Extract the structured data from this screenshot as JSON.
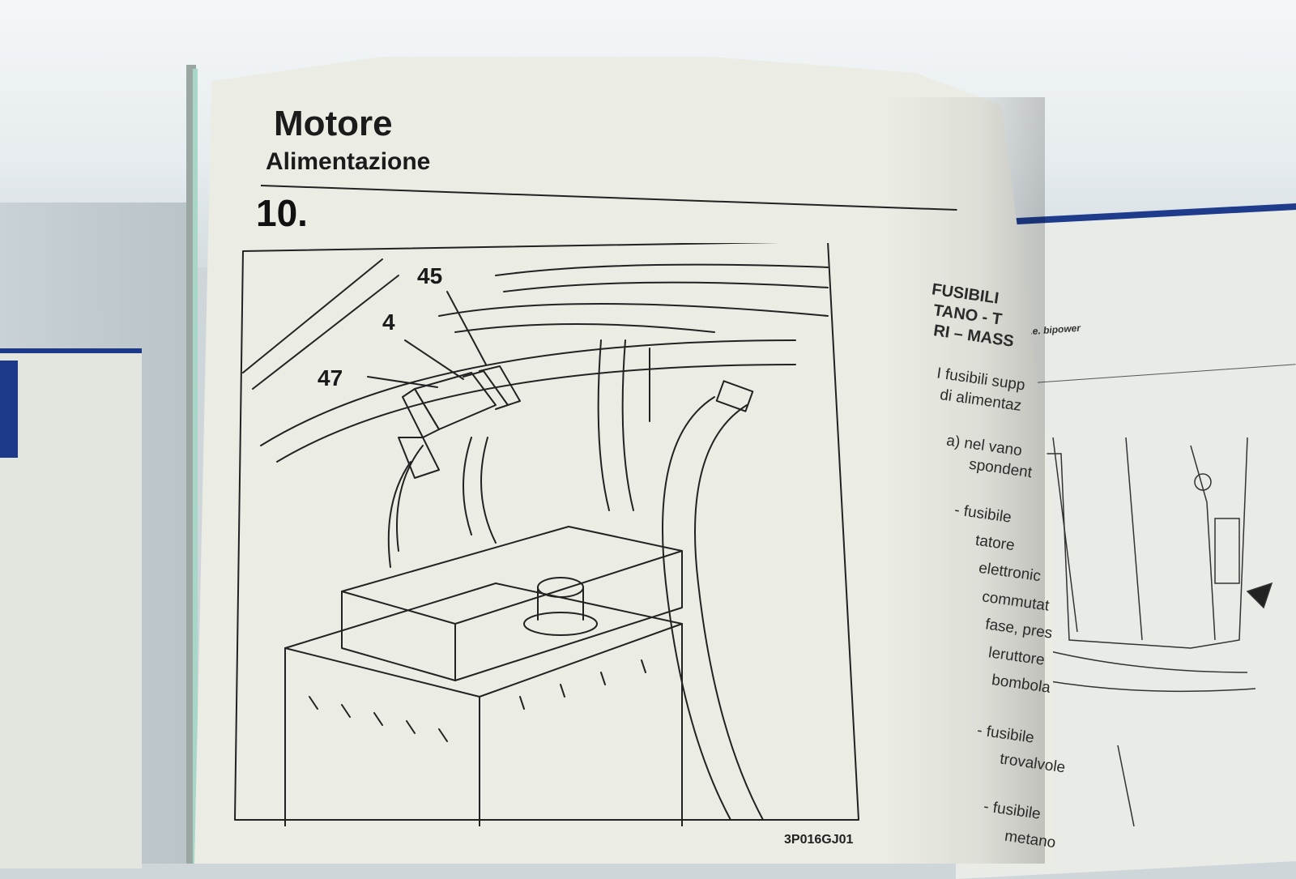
{
  "page": {
    "title": "Motore",
    "subtitle": "Alimentazione",
    "section_number": "10.",
    "figure_code": "3P016GJ01"
  },
  "figure": {
    "callouts": [
      "45",
      "4",
      "47"
    ]
  },
  "right_column": {
    "heading_lines": [
      "FUSIBILI",
      "TANO - T",
      "RI – MASS"
    ],
    "body_lines": [
      "I fusibili supp",
      "di alimentaz",
      "a) nel vano",
      "spondent",
      "- fusibile",
      "tatore",
      "elettronic",
      "commutat",
      "fase, pres",
      "leruttore",
      "bombola",
      "- fusibile",
      "trovalvole",
      "- fusibile",
      "metano"
    ]
  },
  "background_manual": {
    "header_text": "i.e. bipower"
  },
  "colors": {
    "page": "#ebece4",
    "ink": "#1b1b1b",
    "accent_blue": "#1e3b8c",
    "edge_green": "#a8d7c9"
  }
}
